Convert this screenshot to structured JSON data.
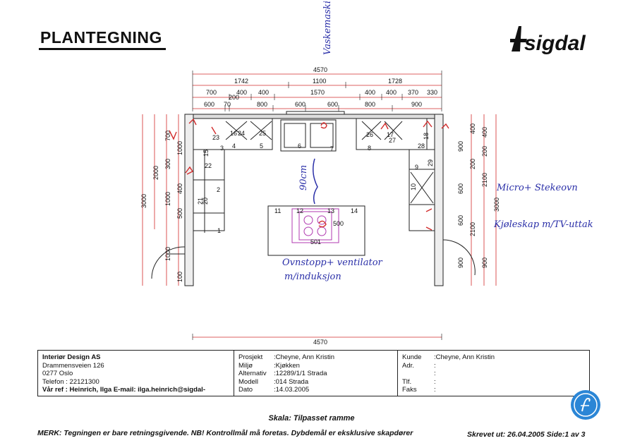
{
  "header": {
    "title": "PLANTEGNING",
    "brand": "sigdal"
  },
  "dimensions": {
    "top_total": "4570",
    "top_row2": [
      "1742",
      "1100",
      "1728"
    ],
    "top_row3": [
      "700",
      "400",
      "400",
      "1570",
      "400",
      "400",
      "370",
      "330"
    ],
    "top_row3_small": [
      "200"
    ],
    "top_row4": [
      "600",
      "70",
      "800",
      "600",
      "600",
      "800",
      "900"
    ],
    "bottom_total": "4570",
    "left_outer": "3000",
    "left_mid": "2000",
    "left_inner": [
      "700",
      "1000",
      "300",
      "400",
      "1000",
      "500",
      "1000",
      "100"
    ],
    "left_innermost": [
      "1000",
      "1000"
    ],
    "right_inner": [
      "900",
      "400",
      "200",
      "600",
      "600",
      "900"
    ],
    "right_mid": [
      "400",
      "200",
      "2100",
      "2100",
      "900"
    ],
    "right_outer": "3000"
  },
  "cabinet_labels": [
    "1",
    "2",
    "3",
    "4",
    "5",
    "6",
    "7",
    "8",
    "9",
    "10",
    "11",
    "12",
    "13",
    "14",
    "15",
    "16",
    "17",
    "18",
    "20",
    "21",
    "22",
    "23",
    "24",
    "25",
    "26",
    "27",
    "28",
    "29",
    "500",
    "501"
  ],
  "handwritten": {
    "ventilation": "Vaskemaskin",
    "micro": "Micro+ Stekeovn",
    "fridge": "Kjøleskap m/TV-uttak",
    "cooktop_line1": "Ovnstopp+ ventilator",
    "cooktop_line2": "m/induksjon",
    "depth": "90cm"
  },
  "info": {
    "company": {
      "name": "Interiør Design AS",
      "address": "Drammensveien 126",
      "city": "0277 Oslo",
      "phone": "Telefon : 22121300",
      "ref": "Vår ref : Heinrich, Ilga E-mail: ilga.heinrich@sigdal-"
    },
    "project": [
      {
        "k": "Prosjekt",
        "v": ":Cheyne, Ann Kristin"
      },
      {
        "k": "Miljø",
        "v": ":Kjøkken"
      },
      {
        "k": "Alternativ",
        "v": ":12289/1/1 Strada"
      },
      {
        "k": "Modell",
        "v": ":014 Strada"
      },
      {
        "k": "Dato",
        "v": ":14.03.2005"
      }
    ],
    "customer": [
      {
        "k": "Kunde",
        "v": ":Cheyne, Ann Kristin"
      },
      {
        "k": "Adr.",
        "v": ":"
      },
      {
        "k": "",
        "v": ":"
      },
      {
        "k": "Tlf.",
        "v": ":"
      },
      {
        "k": "Faks",
        "v": ":"
      }
    ]
  },
  "footer": {
    "scale": "Skala: Tilpasset ramme",
    "note": "MERK: Tegningen er bare retningsgivende. NB! Kontrollmål må foretas. Dybdemål er eksklusive skapdører",
    "printed": "Skrevet ut: 26.04.2005 Side:1 av 3"
  },
  "colors": {
    "dimension_red": "#d22b2b",
    "ink_blue": "#2a2fa8",
    "island_magenta": "#b03ab0",
    "badge_blue": "#2b86d6"
  }
}
